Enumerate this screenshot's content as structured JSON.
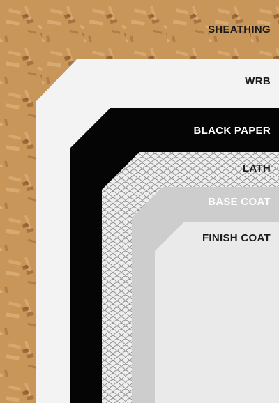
{
  "layers": [
    {
      "key": "sheathing",
      "label": "SHEATHING",
      "text_color": "#1a1a1a"
    },
    {
      "key": "wrb",
      "label": "WRB",
      "text_color": "#1a1a1a"
    },
    {
      "key": "black_paper",
      "label": "BLACK PAPER",
      "text_color": "#ffffff"
    },
    {
      "key": "lath",
      "label": "LATH",
      "text_color": "#1a1a1a"
    },
    {
      "key": "base_coat",
      "label": "BASE COAT",
      "text_color": "#ffffff"
    },
    {
      "key": "finish_coat",
      "label": "FINISH COAT",
      "text_color": "#1a1a1a"
    }
  ],
  "colors": {
    "sheathing": "#c9965a",
    "sheathing_dark": "#8a5a2b",
    "sheathing_light": "#e6c08a",
    "wrb": "#f3f3f3",
    "black_paper": "#050505",
    "lath_bg": "#eeeeee",
    "lath_wire": "#8e8e8e",
    "base_coat": "#cdcdcd",
    "finish_coat": "#eaeaea"
  }
}
